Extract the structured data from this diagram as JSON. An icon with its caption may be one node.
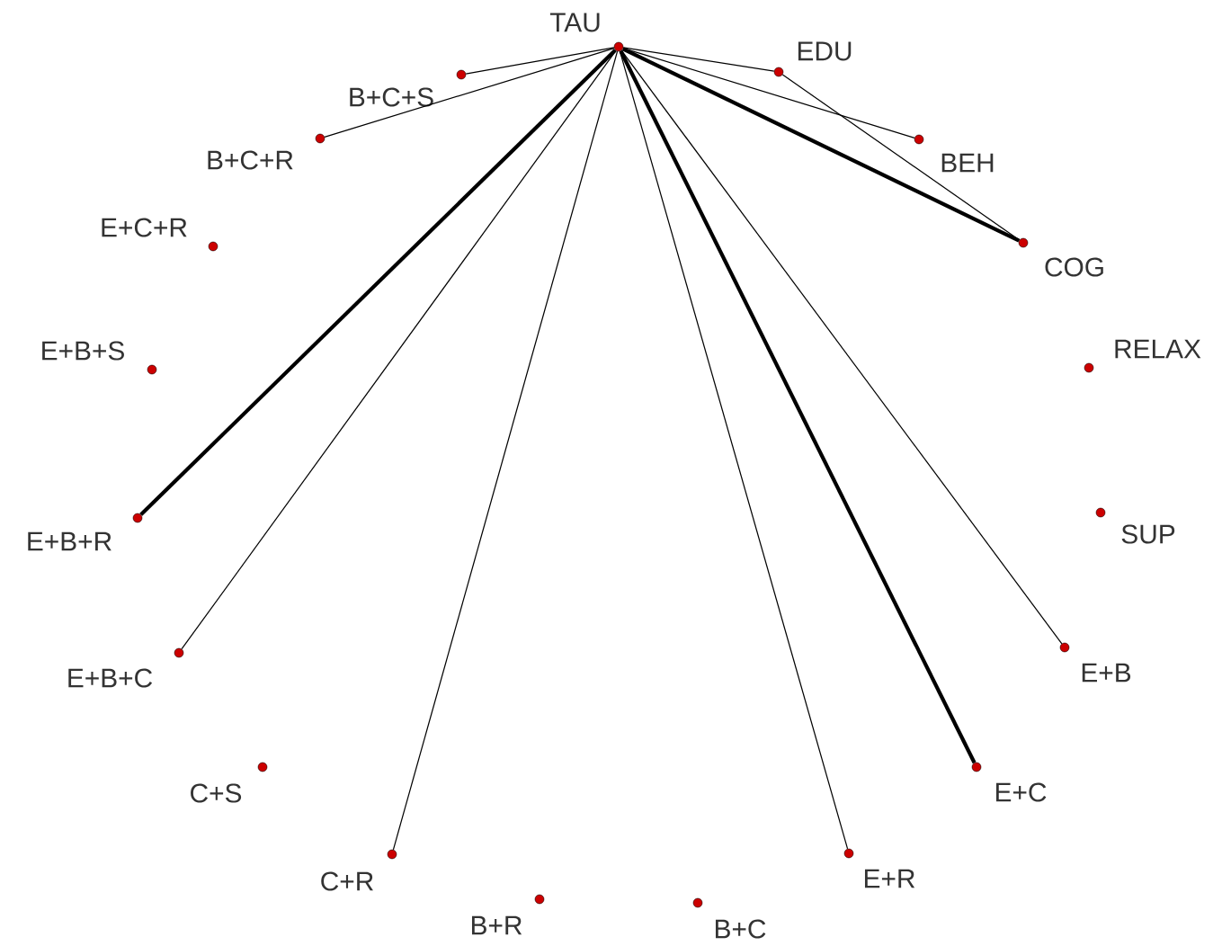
{
  "diagram": {
    "nodes": [
      {
        "text": [
          "TAU"
        ]
      },
      {
        "text": [
          "EDU"
        ]
      },
      {
        "text": [
          "B+C+S"
        ]
      },
      {
        "text": [
          "BEH"
        ]
      },
      {
        "text": [
          "B+C+R"
        ]
      },
      {
        "text": [
          "COG"
        ]
      },
      {
        "text": [
          "E+C+R"
        ]
      },
      {
        "text": [
          "E+B+S"
        ]
      },
      {
        "text": [
          "RELAX"
        ]
      },
      {
        "text": [
          "E+B+R"
        ]
      },
      {
        "text": [
          "SUP"
        ]
      },
      {
        "text": [
          "E+B+C"
        ]
      },
      {
        "text": [
          "E+B"
        ]
      },
      {
        "text": [
          "C+S"
        ]
      },
      {
        "text": [
          "E+C"
        ]
      },
      {
        "text": [
          "C+R"
        ]
      },
      {
        "text": [
          "E+R"
        ]
      },
      {
        "text": [
          "B+R"
        ]
      },
      {
        "text": [
          "B+C"
        ]
      }
    ],
    "edges": [
      {
        "from": 0,
        "to": 2,
        "arrow": "none"
      },
      {
        "from": 0,
        "to": 4,
        "arrow": "none"
      },
      {
        "from": 0,
        "to": 1,
        "arrow": "none"
      },
      {
        "from": 0,
        "to": 3,
        "arrow": "none"
      },
      {
        "from": 0,
        "to": 5,
        "arrow": "none",
        "style": "thick"
      },
      {
        "from": 1,
        "to": 5,
        "arrow": "none"
      },
      {
        "from": 0,
        "to": 9,
        "arrow": "none",
        "style": "thick"
      },
      {
        "from": 0,
        "to": 11,
        "arrow": "none"
      },
      {
        "from": 0,
        "to": 15,
        "arrow": "none"
      },
      {
        "from": 0,
        "to": 16,
        "arrow": "none"
      },
      {
        "from": 0,
        "to": 14,
        "arrow": "none",
        "style": "thick"
      },
      {
        "from": 0,
        "to": 12,
        "arrow": "none"
      }
    ]
  }
}
